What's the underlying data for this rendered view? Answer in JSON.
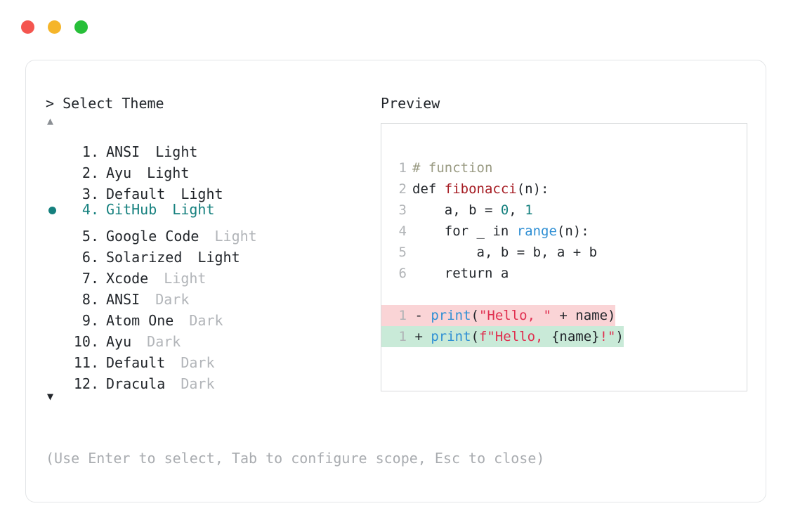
{
  "window": {
    "dots": [
      {
        "name": "close",
        "color": "#f4554f"
      },
      {
        "name": "minimize",
        "color": "#f5b52a"
      },
      {
        "name": "maximize",
        "color": "#27bf39"
      }
    ]
  },
  "left": {
    "prompt": "> Select Theme",
    "scroll_up": "▲",
    "scroll_down": "▼",
    "hint": "(Use Enter to select, Tab to configure scope, Esc to close)",
    "themes": [
      {
        "index": "1.",
        "name": "ANSI",
        "variant": "Light",
        "variant_dim": false,
        "selected": false
      },
      {
        "index": "2.",
        "name": "Ayu",
        "variant": "Light",
        "variant_dim": false,
        "selected": false
      },
      {
        "index": "3.",
        "name": "Default",
        "variant": "Light",
        "variant_dim": false,
        "selected": false
      },
      {
        "index": "4.",
        "name": "GitHub",
        "variant": "Light",
        "variant_dim": false,
        "selected": true
      },
      {
        "index": "5.",
        "name": "Google Code",
        "variant": "Light",
        "variant_dim": true,
        "selected": false
      },
      {
        "index": "6.",
        "name": "Solarized",
        "variant": "Light",
        "variant_dim": false,
        "selected": false
      },
      {
        "index": "7.",
        "name": "Xcode",
        "variant": "Light",
        "variant_dim": true,
        "selected": false
      },
      {
        "index": "8.",
        "name": "ANSI",
        "variant": "Dark",
        "variant_dim": true,
        "selected": false
      },
      {
        "index": "9.",
        "name": "Atom One",
        "variant": "Dark",
        "variant_dim": true,
        "selected": false
      },
      {
        "index": "10.",
        "name": "Ayu",
        "variant": "Dark",
        "variant_dim": true,
        "selected": false
      },
      {
        "index": "11.",
        "name": "Default",
        "variant": "Dark",
        "variant_dim": true,
        "selected": false
      },
      {
        "index": "12.",
        "name": "Dracula",
        "variant": "Dark",
        "variant_dim": true,
        "selected": false
      }
    ]
  },
  "right": {
    "title": "Preview",
    "code_lines": [
      {
        "num": "1",
        "tokens": [
          {
            "t": "# function",
            "c": "cmt"
          }
        ]
      },
      {
        "num": "2",
        "tokens": [
          {
            "t": "def ",
            "c": "plain"
          },
          {
            "t": "fibonacci",
            "c": "fn"
          },
          {
            "t": "(n):",
            "c": "plain"
          }
        ]
      },
      {
        "num": "3",
        "tokens": [
          {
            "t": "    a, b = ",
            "c": "plain"
          },
          {
            "t": "0",
            "c": "num"
          },
          {
            "t": ", ",
            "c": "plain"
          },
          {
            "t": "1",
            "c": "num"
          }
        ]
      },
      {
        "num": "4",
        "tokens": [
          {
            "t": "    for _ in ",
            "c": "plain"
          },
          {
            "t": "range",
            "c": "bi"
          },
          {
            "t": "(n):",
            "c": "plain"
          }
        ]
      },
      {
        "num": "5",
        "tokens": [
          {
            "t": "        a, b = b, a + b",
            "c": "plain"
          }
        ]
      },
      {
        "num": "6",
        "tokens": [
          {
            "t": "    return a",
            "c": "plain"
          }
        ]
      }
    ],
    "diff_lines": [
      {
        "num": "1",
        "kind": "del",
        "sign": " - ",
        "tokens": [
          {
            "t": "print",
            "c": "bi"
          },
          {
            "t": "(",
            "c": "plain"
          },
          {
            "t": "\"Hello, \"",
            "c": "str"
          },
          {
            "t": " + name)",
            "c": "plain"
          }
        ]
      },
      {
        "num": "1",
        "kind": "add",
        "sign": " + ",
        "tokens": [
          {
            "t": "print",
            "c": "bi"
          },
          {
            "t": "(",
            "c": "plain"
          },
          {
            "t": "f\"Hello, ",
            "c": "str"
          },
          {
            "t": "{name}",
            "c": "plain"
          },
          {
            "t": "!\"",
            "c": "str"
          },
          {
            "t": ")",
            "c": "plain"
          }
        ]
      }
    ]
  }
}
